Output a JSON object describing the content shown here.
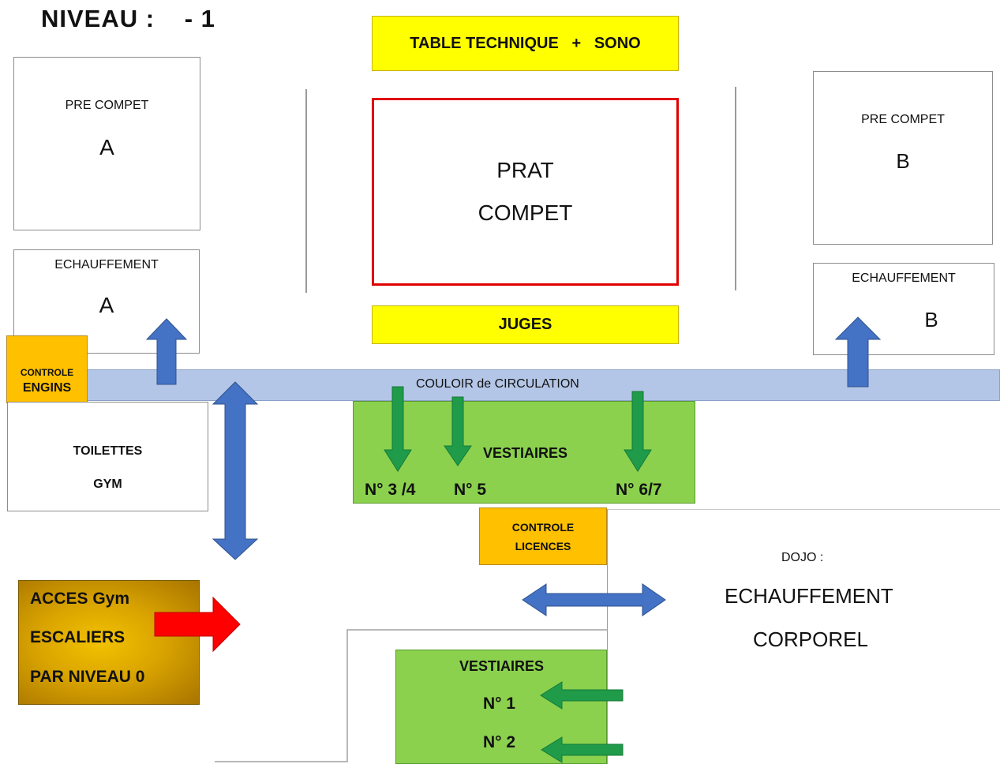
{
  "level": {
    "label": "NIVEAU :",
    "value": "- 1"
  },
  "technical_table": "TABLE TECHNIQUE   +   SONO",
  "competition_floor": {
    "line1": "PRAT",
    "line2": "COMPET"
  },
  "judges": "JUGES",
  "pre_compet_a": {
    "label": "PRE COMPET",
    "letter": "A"
  },
  "pre_compet_b": {
    "label": "PRE COMPET",
    "letter": "B"
  },
  "warmup_a": {
    "label": "ECHAUFFEMENT",
    "letter": "A"
  },
  "warmup_b": {
    "label": "ECHAUFFEMENT",
    "letter": "B"
  },
  "equipment_control": {
    "line1": "CONTROLE",
    "line2": "ENGINS"
  },
  "corridor": "COULOIR de CIRCULATION",
  "toilets": {
    "line1": "TOILETTES",
    "line2": "GYM"
  },
  "changing_rooms_top": {
    "label": "VESTIAIRES",
    "room_a": "N° 3 /4",
    "room_b": "N° 5",
    "room_c": "N° 6/7"
  },
  "license_control": {
    "line1": "CONTROLE",
    "line2": "LICENCES"
  },
  "dojo": {
    "label": "DOJO :",
    "line1": "ECHAUFFEMENT",
    "line2": "CORPOREL"
  },
  "gym_access": {
    "line1": "ACCES Gym",
    "line2": "ESCALIERS",
    "line3": "PAR NIVEAU 0"
  },
  "changing_rooms_bottom": {
    "label": "VESTIAIRES",
    "room_1": "N° 1",
    "room_2": "N° 2"
  },
  "colors": {
    "yellow": "#ffff00",
    "orange": "#ffc000",
    "green": "#8bd14e",
    "corridor": "#b4c6e7",
    "blue_arrow": "#4472c4",
    "green_arrow": "#1f9b4a",
    "red_arrow": "#ff0000",
    "competition_border": "#e00000",
    "gold": "#c9980b"
  }
}
